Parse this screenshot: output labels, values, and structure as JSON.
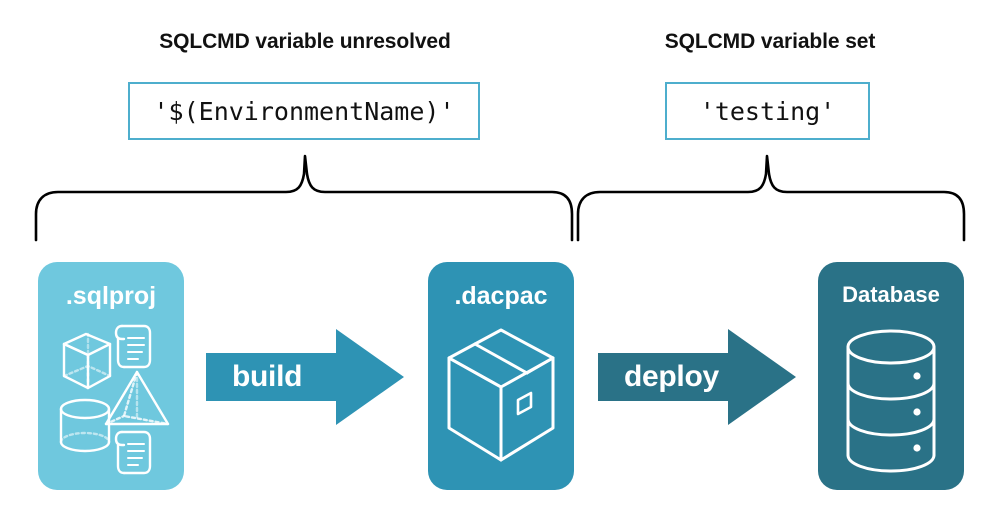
{
  "diagram": {
    "title_left": "SQLCMD variable unresolved",
    "title_right": "SQLCMD variable set",
    "value_left": "'$(EnvironmentName)'",
    "value_right": "'testing'",
    "colors": {
      "light_teal": "#6FC8DE",
      "medium_teal": "#2E93B4",
      "dark_teal": "#2A7287",
      "box_border": "#4EAECD",
      "brace": "#000000",
      "text_dark": "#111111",
      "text_light": "#FFFFFF",
      "background": "#FFFFFF"
    }
  },
  "stages": [
    {
      "id": "sqlproj",
      "label": ".sqlproj",
      "fill": "#6FC8DE",
      "icons": [
        "cube-icon",
        "scroll-icon",
        "pyramid-icon",
        "cylinder-icon",
        "scroll-icon"
      ]
    },
    {
      "id": "dacpac",
      "label": ".dacpac",
      "fill": "#2E93B4",
      "icons": [
        "package-box-icon"
      ]
    },
    {
      "id": "database",
      "label": "Database",
      "fill": "#2A7287",
      "icons": [
        "database-cylinder-icon"
      ]
    }
  ],
  "arrows": [
    {
      "id": "build",
      "label": "build",
      "fill": "#2E93B4"
    },
    {
      "id": "deploy",
      "label": "deploy",
      "fill": "#2A7287"
    }
  ],
  "braces": [
    {
      "id": "brace-left",
      "spans": ".sqlproj → .dacpac"
    },
    {
      "id": "brace-right",
      "spans": ".dacpac → Database"
    }
  ]
}
